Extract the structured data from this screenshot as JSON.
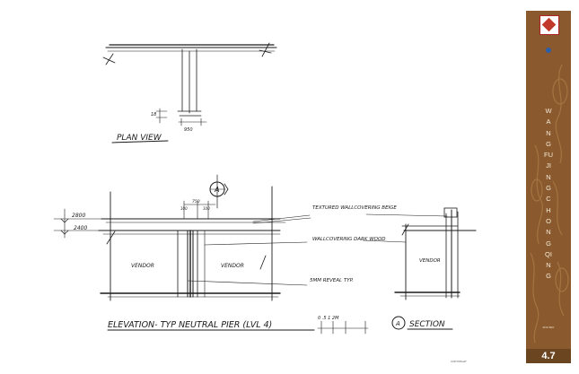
{
  "drawing": {
    "plan_title": "PLAN VIEW",
    "plan_dim": "950",
    "plan_side_dim": "18",
    "section_marker": "A",
    "top_dims": [
      "750",
      "100",
      "100"
    ],
    "level_upper": "2800",
    "level_lower": "2400",
    "vendor_left": "VENDOR",
    "vendor_mid": "VENDOR",
    "vendor_section": "VENDOR",
    "note_textured": "TEXTURED WALLCOVERING BEIGE",
    "note_wallcovering": "WALLCOVERING DARK WOOD",
    "note_reveal": "5MM REVEAL TYP.",
    "elevation_title": "ELEVATION- TYP NEUTRAL PIER (LVL 4)",
    "scale_label": "0 .5 1 2M",
    "section_label": "SECTION"
  },
  "title_block": {
    "project_name": "WANGFUJING CHONGQING",
    "sheet_number": "4.7",
    "small_text": "ZOO BAY",
    "copyright": "COPYRIGHT"
  },
  "colors": {
    "title_block_bg": "#8a5a2e",
    "sheet_number_bg": "#6b4420",
    "ink": "#1a1a1a"
  }
}
